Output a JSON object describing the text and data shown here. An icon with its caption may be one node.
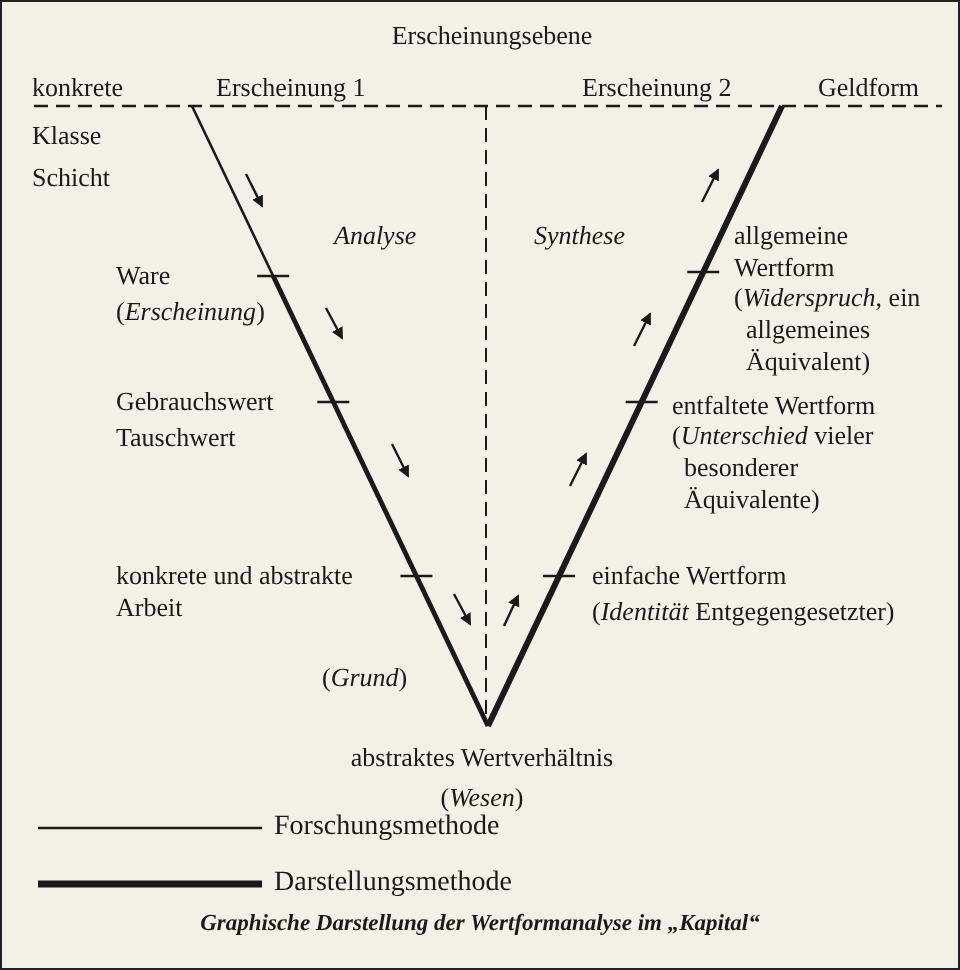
{
  "diagram": {
    "caption": "Graphische Darstellung der Wertformanalyse im „Kapital“",
    "labels": [
      "Erscheinungsebene",
      "konkrete",
      "Erscheinung 1",
      "Erscheinung 2",
      "Geldform",
      "Klasse",
      "Schicht",
      "Analyse",
      "Synthese",
      "Ware",
      "(*Erscheinung*)",
      "Gebrauchswert",
      "Tauschwert",
      "konkrete und abstrakte Arbeit",
      "(*Grund*)",
      "allgemeine Wertform",
      "(*Widerspruch*, ein allgemeines Äquivalent)",
      "entfaltete Wertform",
      "(*Unterschied* vieler besonderer Äquivalente)",
      "einfache Wertform",
      "(*Identität* Entgegengesetzter)",
      "abstraktes Wertverhältnis",
      "(*Wesen*)"
    ],
    "legend": [
      {
        "text": "Forschungsmethode"
      },
      {
        "text": "Darstellungsmethode"
      }
    ]
  }
}
